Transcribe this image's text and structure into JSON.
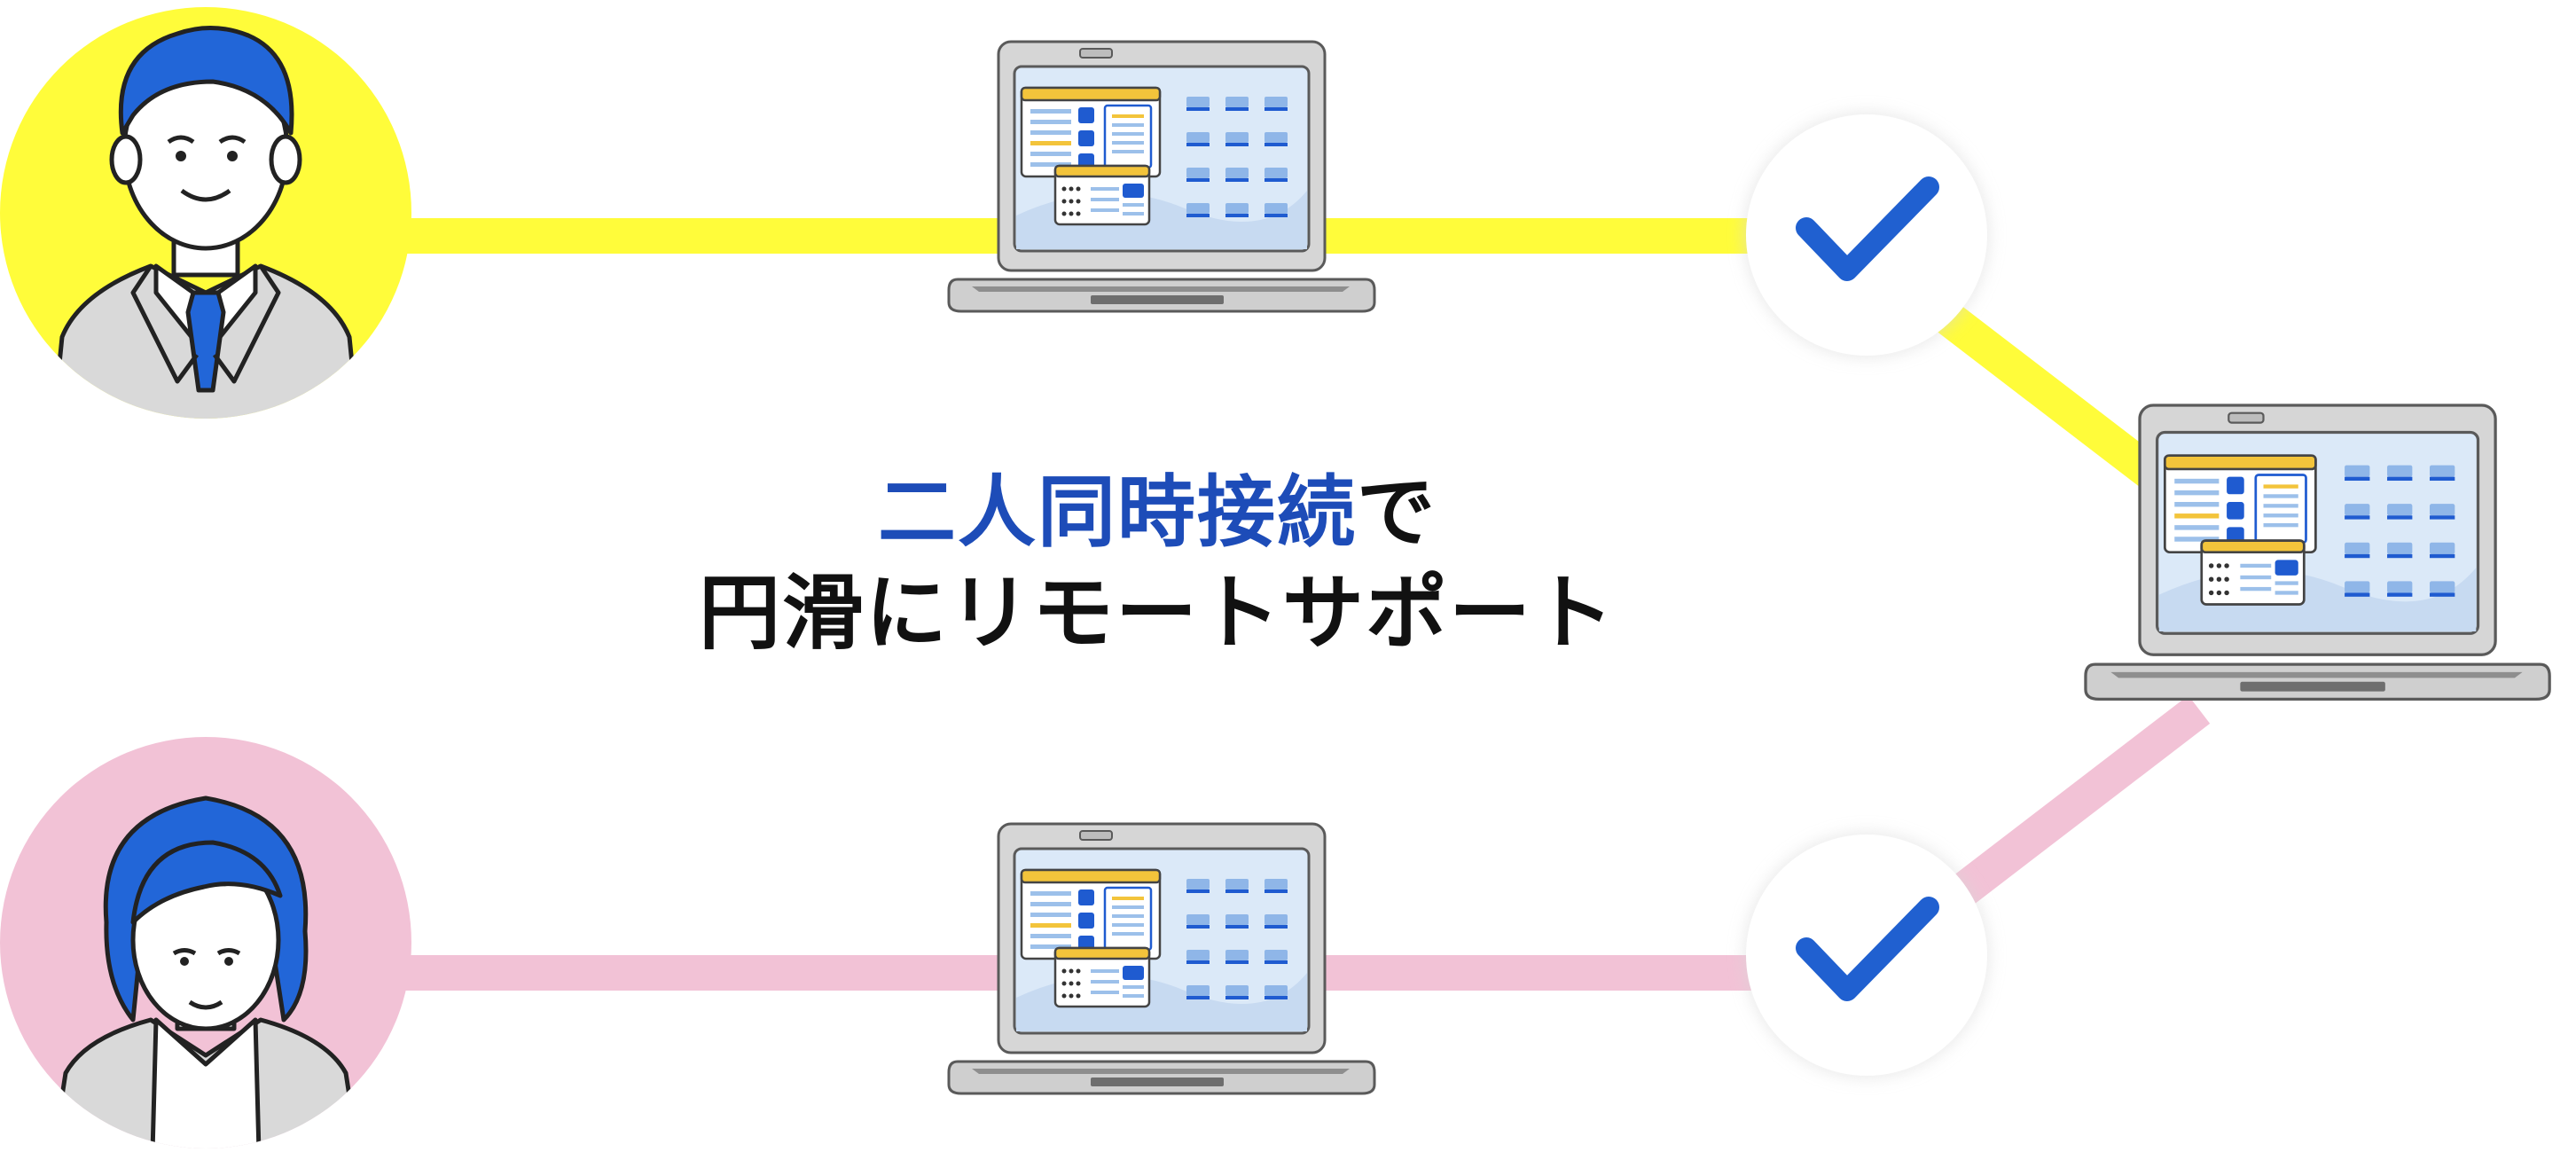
{
  "headline": {
    "line1_accent": "二人同時接続",
    "line1_rest": "で",
    "line2": "円滑にリモートサポート"
  },
  "colors": {
    "accent": "#1d4cb8",
    "check": "#2060d0",
    "yellow": "#fffc3a",
    "pink": "#f2c2d6",
    "skin": "#ffffff",
    "hair": "#2266d8",
    "suit": "#d8d8d8",
    "laptop_frame": "#cfcfcf",
    "screen": "#dbe9f8",
    "window_header": "#f3c43b"
  }
}
